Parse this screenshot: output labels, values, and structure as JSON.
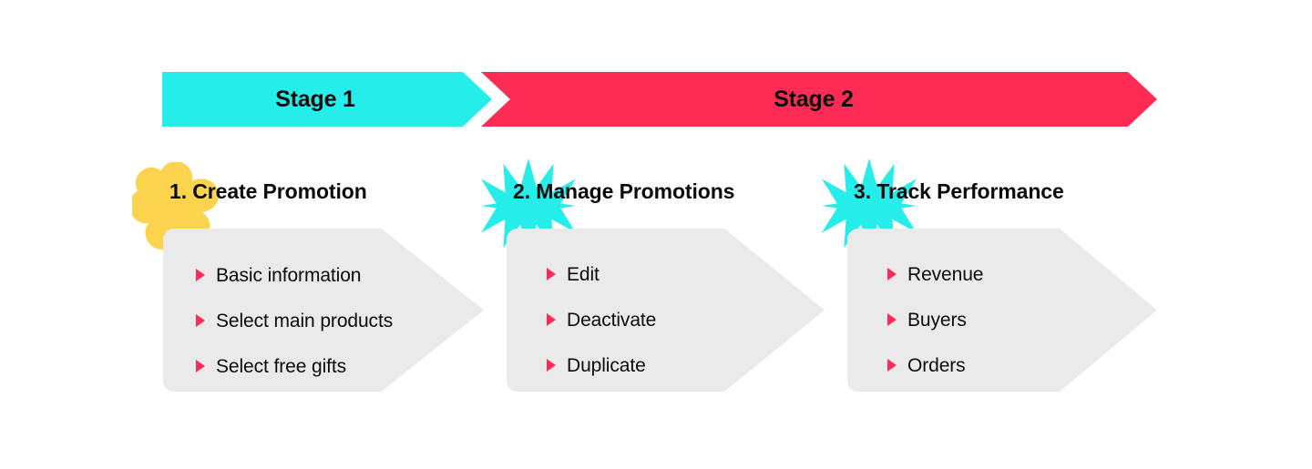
{
  "colors": {
    "cyan": "#25edea",
    "red": "#fe2c55",
    "yellow": "#fcd34d",
    "card_gray": "#eaeaea",
    "text": "#0b0b0b",
    "background": "#ffffff"
  },
  "stages": [
    {
      "label": "Stage 1",
      "color": "#25edea"
    },
    {
      "label": "Stage 2",
      "color": "#fe2c55"
    }
  ],
  "columns": [
    {
      "heading": "1. Create Promotion",
      "decoration": "flower-icon",
      "decoration_color": "#fcd34d",
      "items": [
        "Basic information",
        "Select main products",
        "Select free gifts"
      ]
    },
    {
      "heading": "2. Manage Promotions",
      "decoration": "starburst-icon",
      "decoration_color": "#25edea",
      "items": [
        "Edit",
        "Deactivate",
        "Duplicate"
      ]
    },
    {
      "heading": "3. Track Performance",
      "decoration": "starburst-icon",
      "decoration_color": "#25edea",
      "items": [
        "Revenue",
        "Buyers",
        "Orders"
      ]
    }
  ]
}
